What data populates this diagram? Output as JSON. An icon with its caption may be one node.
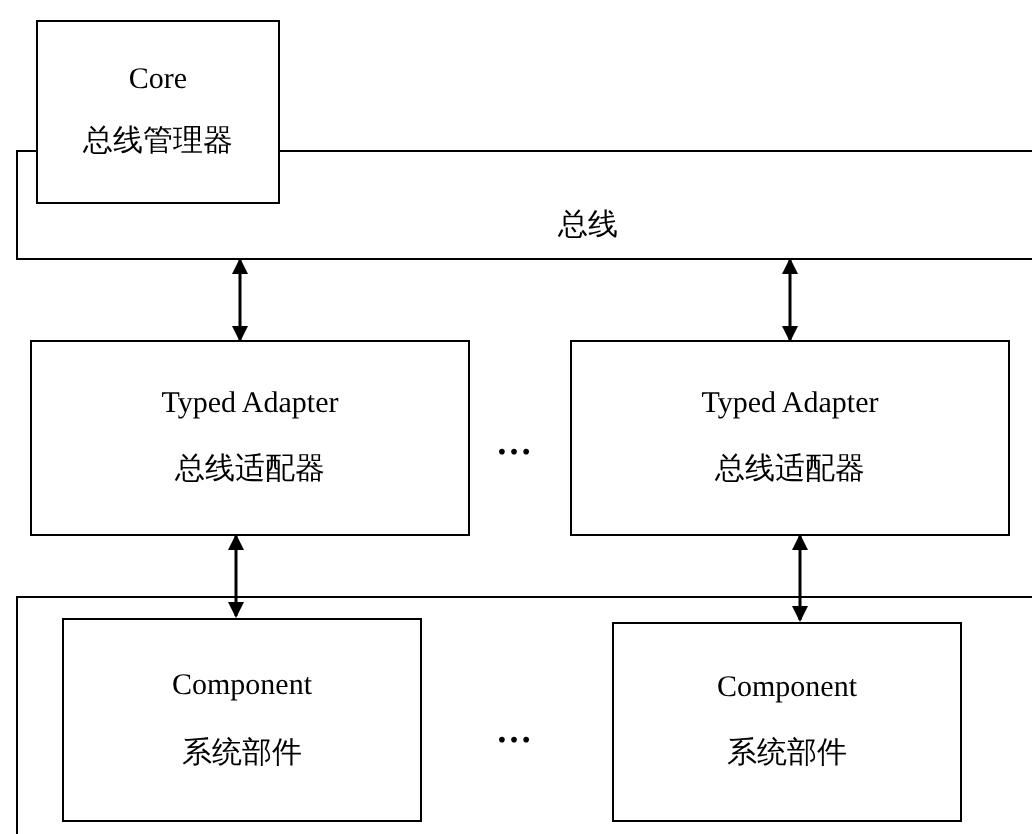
{
  "diagram": {
    "nodes": [
      {
        "text": [
          "Core",
          "总线管理器"
        ]
      },
      {
        "text": [
          "总线"
        ]
      },
      {
        "text": [
          "Typed Adapter",
          "总线适配器"
        ]
      },
      {
        "text": [
          "Typed Adapter",
          "总线适配器"
        ]
      },
      {
        "text": [],
        "shape": "box"
      },
      {
        "text": [
          "Component",
          "系统部件"
        ],
        "in": 4
      },
      {
        "text": [
          "Component",
          "系统部件"
        ],
        "in": 4
      }
    ],
    "edges": [
      {
        "from": 1,
        "to": 2,
        "arrow": "both"
      },
      {
        "from": 1,
        "to": 3,
        "arrow": "both"
      },
      {
        "from": 2,
        "to": 5,
        "arrow": "both"
      },
      {
        "from": 3,
        "to": 6,
        "arrow": "both"
      }
    ],
    "labels": [
      "…",
      "…"
    ]
  }
}
